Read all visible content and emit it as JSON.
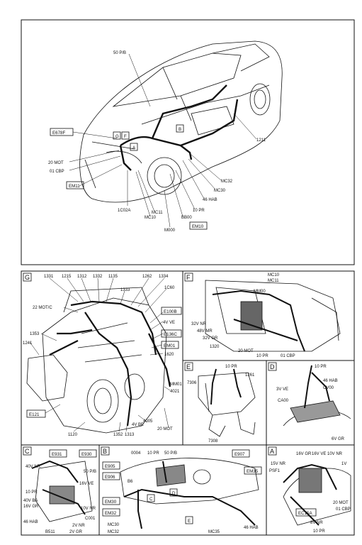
{
  "top": {
    "labels": {
      "l50pb": "50 P/B",
      "e678f": "E678F",
      "l20mot": "20 MOT",
      "l01cbp": "01 CBP",
      "em11": "EM11",
      "l1211": "1211",
      "mc32": "MC32",
      "mc30": "MC30",
      "l46hab": "46 HAB",
      "l10pr": "10 PR",
      "bb00": "BB00",
      "mc11": "MC11",
      "mc10": "MC10",
      "l1c02a": "1C02A",
      "m000": "M000",
      "em10": "EM10",
      "pB": "B",
      "pG": "G",
      "pF": "F",
      "pA": "A"
    }
  },
  "panelG": {
    "letter": "G",
    "labels": {
      "l1331": "1331",
      "l1215": "1215",
      "l1312": "1312",
      "l1332": "1332",
      "l1135": "1135",
      "l1262": "1262",
      "l1334": "1334",
      "l1333": "1333",
      "l1c60": "1C60",
      "l22mot": "22 MOT/C",
      "e100b": "E100B",
      "l4vve": "4V VE",
      "e136c": "E136C",
      "em01": "EM01",
      "l1620": "1620",
      "l1353": "1353",
      "l1241": "1241",
      "mm01": "MM01",
      "l4021": "4021",
      "e121": "E121",
      "l1120": "1120",
      "l1352": "1352",
      "l1313": "1313",
      "l4vbe": "4V BE",
      "l4005": "4005",
      "l20mot": "20 MOT"
    }
  },
  "panelF": {
    "letter": "F",
    "labels": {
      "mc10": "MC10",
      "mc11": "MC11",
      "mm00": "MM00",
      "l32vnr": "32V NR",
      "l48vmr": "48V MR",
      "l32vgr": "32V GR",
      "l1320": "1320",
      "l20mot": "20 MOT",
      "l10pr": "10 PR",
      "l01cbp": "01 CBP"
    }
  },
  "panelE": {
    "letter": "E",
    "labels": {
      "l10pr": "10 PR",
      "l7306": "7306",
      "l1261": "1261",
      "l7308": "7308"
    }
  },
  "panelD": {
    "letter": "D",
    "labels": {
      "l10pr": "10 PR",
      "l3vve": "3V VE",
      "l46hab": "46 HAB",
      "cv00": "CV00",
      "ca00": "CA00",
      "l6vgr": "6V GR"
    }
  },
  "panelC": {
    "letter": "C",
    "labels": {
      "e931": "E931",
      "e930": "E930",
      "l40vnr": "40V NR",
      "l50pb": "50 P/B",
      "l16vve": "16V VE",
      "l10pr": "10 PR",
      "l40vba": "40V BA",
      "l16vgr": "16V GR",
      "l10vnr": "10V NR",
      "c001": "C001",
      "l46hab": "46 HAB",
      "b511": "B511",
      "l2vnr": "2V NR",
      "l2vgr": "2V GR"
    }
  },
  "panelB": {
    "letter": "B",
    "labels": {
      "l0004": "0004",
      "l10pr": "10 PR",
      "l50pb": "50 P/B",
      "e907": "E907",
      "e905": "E905",
      "e906": "E906",
      "em35": "EM35",
      "em30": "EM30",
      "em32": "EM32",
      "mc30": "MC30",
      "mc32": "MC32",
      "mc35": "MC35",
      "l46hab": "46 HAB",
      "pC": "C",
      "pD": "D",
      "pE": "E",
      "b6": "B6"
    }
  },
  "panelA": {
    "letter": "A",
    "labels": {
      "l16vgr": "16V GR",
      "l16vve": "16V VE",
      "l10vnr": "10V NR",
      "l15vnr": "15V NR",
      "psf1": "PSF1",
      "l1v": "1V",
      "ec15a": "EC15A",
      "l20mot": "20 MOT",
      "l01cbp": "01 CBP",
      "l8vnr": "8V NR",
      "l10pr": "10 PR"
    }
  }
}
